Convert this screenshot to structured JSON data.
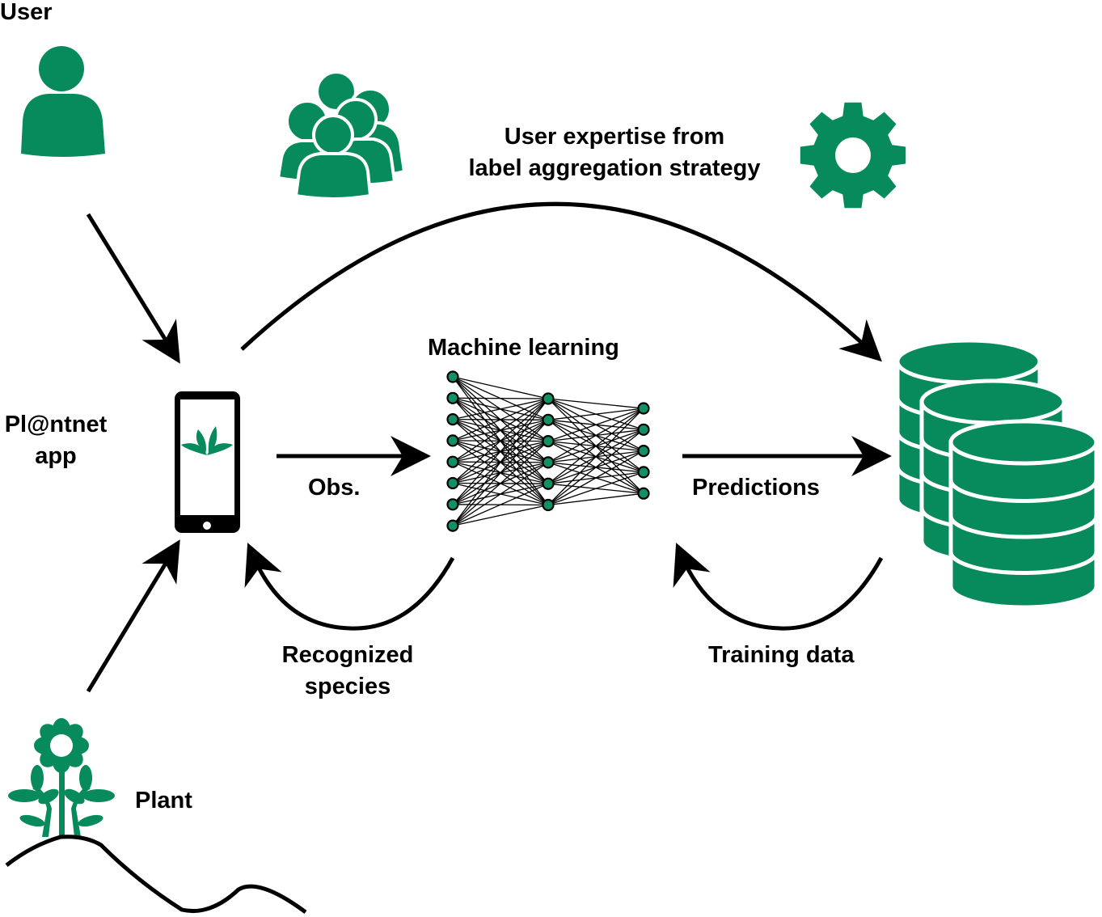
{
  "colors": {
    "icon_green": "#078a5c",
    "node_green": "#119163",
    "stroke": "#000000",
    "background": "#ffffff"
  },
  "labels": {
    "user": "User",
    "expertise_line1": "User  expertise from",
    "expertise_line2": "label aggregation strategy",
    "app_line1": "Pl@ntnet",
    "app_line2": "app",
    "machine_learning": "Machine learning",
    "obs": "Obs.",
    "predictions": "Predictions",
    "recognized_line1": "Recognized",
    "recognized_line2": "species",
    "training_data": "Training data",
    "plant": "Plant"
  },
  "icons": {
    "user": "user-icon",
    "crowd": "users-group-icon",
    "gear": "gear-icon",
    "phone": "smartphone-icon",
    "app_logo": "plantnet-leaf-icon",
    "network": "neural-network-icon",
    "database": "database-stack-icon",
    "plant": "flower-plant-icon"
  },
  "network": {
    "layers": [
      8,
      6,
      5
    ]
  },
  "flows": [
    {
      "from": "user",
      "to": "app"
    },
    {
      "from": "plant",
      "to": "app"
    },
    {
      "from": "app",
      "to": "machine_learning",
      "label": "Obs."
    },
    {
      "from": "machine_learning",
      "to": "app",
      "label": "Recognized species"
    },
    {
      "from": "machine_learning",
      "to": "database",
      "label": "Predictions"
    },
    {
      "from": "database",
      "to": "machine_learning",
      "label": "Training data"
    },
    {
      "from": "app",
      "to": "database",
      "label": "User expertise from label aggregation strategy"
    }
  ]
}
